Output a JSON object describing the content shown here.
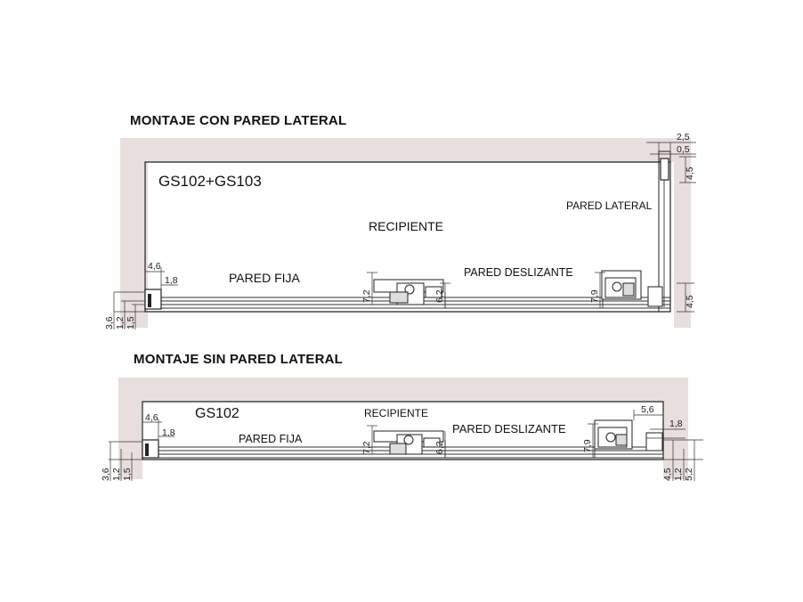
{
  "colors": {
    "wall": "#e8dede",
    "line": "#222222",
    "background": "#ffffff"
  },
  "top": {
    "heading": "MONTAJE CON PARED LATERAL",
    "model": "GS102+GS103",
    "recipiente": "RECIPIENTE",
    "pared_lateral": "PARED LATERAL",
    "pared_fija": "PARED FIJA",
    "pared_deslizante": "PARED DESLIZANTE",
    "dims": {
      "a": "2,5",
      "b": "0,5",
      "c": "4,5",
      "d": "4,6",
      "e": "1,8",
      "f": "7,2",
      "g": "6,2",
      "h": "7,9",
      "i": "4,5",
      "j": "3,6",
      "k": "1,2",
      "l": "1,5"
    }
  },
  "bottom": {
    "heading": "MONTAJE SIN PARED LATERAL",
    "model": "GS102",
    "recipiente": "RECIPIENTE",
    "pared_fija": "PARED FIJA",
    "pared_deslizante": "PARED DESLIZANTE",
    "dims": {
      "d": "4,6",
      "e": "1,8",
      "f": "7,2",
      "g": "6,2",
      "h": "7,9",
      "m": "5,6",
      "n": "1,8",
      "j": "3,6",
      "k": "1,2",
      "l": "1,5",
      "o": "4,5",
      "p": "1,2",
      "q": "5,2"
    }
  }
}
